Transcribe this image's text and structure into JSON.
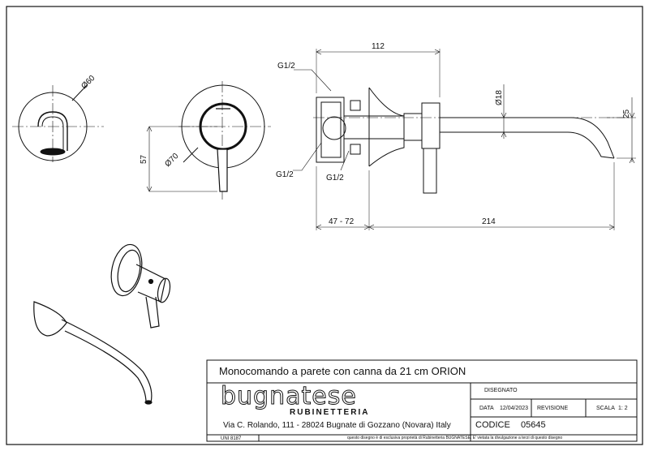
{
  "dimensions": {
    "d60": "Ø60",
    "d70": "Ø70",
    "d18": "Ø18",
    "h57": "57",
    "w112": "112",
    "h25": "25",
    "w47_72": "47 - 72",
    "w214": "214",
    "g_top": "G1/2",
    "g_bottom_left": "G1/2",
    "g_bottom_mid": "G1/2"
  },
  "title_block": {
    "product_title": "Monocomando a parete con canna da 21 cm ORION",
    "brand": "bugnatese",
    "subbrand": "RUBINETTERIA",
    "address": "Via C. Rolando, 111 - 28024 Bugnate di Gozzano (Novara) Italy",
    "disegnato_label": "DISEGNATO",
    "data_label": "DATA",
    "data_value": "12/04/2023",
    "revisione_label": "REVISIONE",
    "scala_label": "SCALA",
    "scala_value": "1: 2",
    "codice_label": "CODICE",
    "codice_value": "05645",
    "standard": "UNI 8187",
    "disclaimer": "questo disegno è di esclusiva proprietà di Rubinetteria BUGNATESE. E' vietata la divulgazione a terzi di questo disegno"
  }
}
